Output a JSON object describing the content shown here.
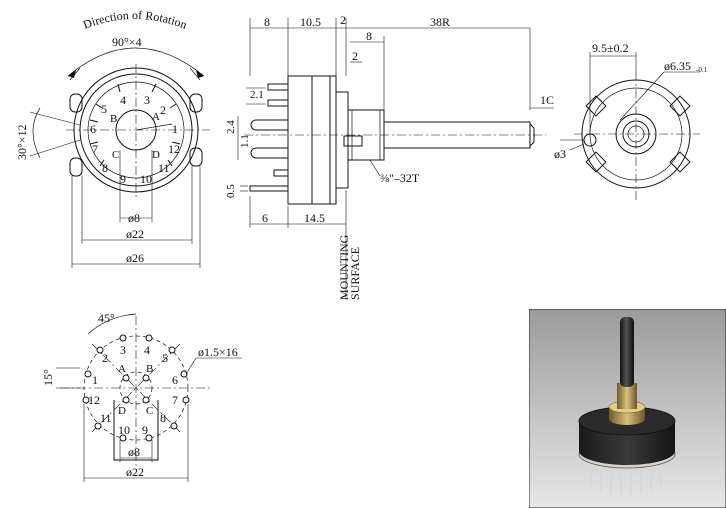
{
  "front": {
    "direction_label": "Direction of Rotation",
    "angle_label": "90°×4",
    "side_angle_label": "30°×12",
    "position_numbers": [
      "4",
      "3",
      "2",
      "1",
      "12",
      "11",
      "10",
      "9",
      "8",
      "7",
      "6",
      "5"
    ],
    "contact_letters": [
      "A",
      "B",
      "C",
      "D"
    ],
    "dia_small": "ø8",
    "dia_mid": "ø22",
    "dia_large": "ø26"
  },
  "side": {
    "dim_8": "8",
    "dim_10_5": "10.5",
    "dim_2_top": "2",
    "dim_38r": "38R",
    "dim_8_inner": "8",
    "dim_2_inner": "2",
    "dim_2_1": "2.1",
    "dim_2_4": "2.4",
    "dim_1_1": "1.1",
    "dim_0_5": "0.5",
    "dim_6": "6",
    "dim_14_5": "14.5",
    "chamfer": "1C",
    "thread": "⅜\"–32T",
    "mounting_line1": "MOUNTING",
    "mounting_line2": "SURFACE"
  },
  "rear": {
    "dim_9_5": "9.5±0.2",
    "dim_6_35": "ø6.35",
    "dim_6_35_tol": "-0.1",
    "dim_3": "ø3"
  },
  "pcb": {
    "angle_45": "45°",
    "angle_15": "15°",
    "hole_label": "ø1.5×16",
    "position_numbers": [
      "3",
      "4",
      "2",
      "5",
      "1",
      "6",
      "12",
      "7",
      "11",
      "8",
      "10",
      "9"
    ],
    "contact_letters": [
      "A",
      "B",
      "D",
      "C"
    ],
    "dia_small": "ø8",
    "dia_mid": "ø22"
  }
}
